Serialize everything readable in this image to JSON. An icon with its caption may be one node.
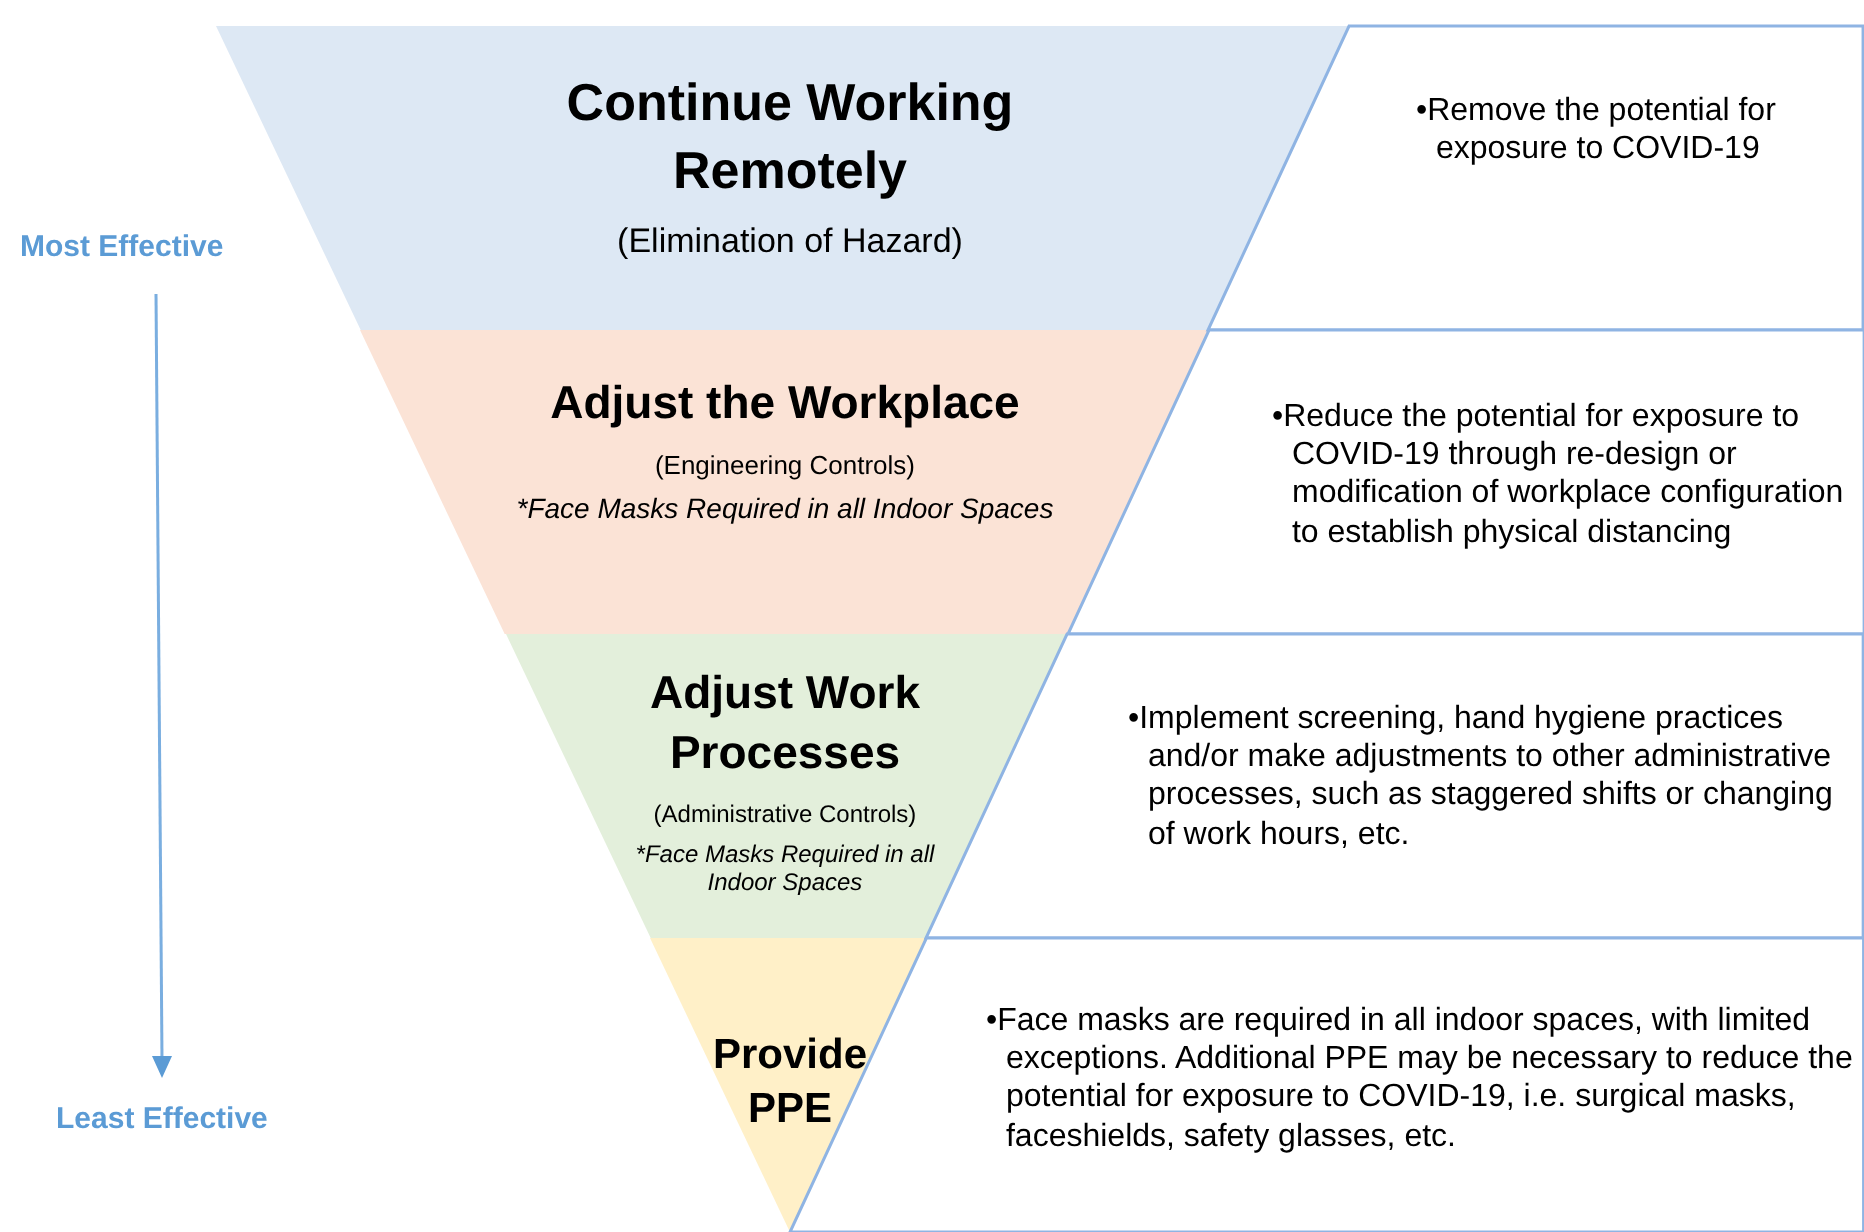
{
  "diagram": {
    "nodes": [
      {
        "text": [
          "Continue Working Remotely",
          "(Elimination of Hazard)"
        ]
      },
      {
        "text": [
          "Adjust the Workplace",
          "(Engineering Controls)",
          "*Face Masks Required in all Indoor Spaces"
        ]
      },
      {
        "text": [
          "Adjust Work Processes",
          "(Administrative Controls)",
          "*Face Masks Required in all Indoor Spaces"
        ]
      },
      {
        "text": [
          "Provide PPE"
        ]
      },
      {
        "text": [
          "•Remove the potential for exposure to COVID-19"
        ]
      },
      {
        "text": [
          "•Reduce the potential for exposure to COVID-19 through re-design or modification of workplace configuration to establish physical distancing"
        ]
      },
      {
        "text": [
          "•Implement screening, hand hygiene practices and/or make adjustments to other administrative processes, such as staggered shifts or changing of work hours, etc."
        ]
      },
      {
        "text": [
          "•Face masks are required in all indoor spaces, with limited exceptions. Additional PPE may be necessary to reduce the potential for exposure to COVID-19, i.e. surgical masks, faceshields, safety glasses, etc."
        ]
      }
    ],
    "labels": [
      "Most Effective",
      "Least Effective"
    ]
  }
}
